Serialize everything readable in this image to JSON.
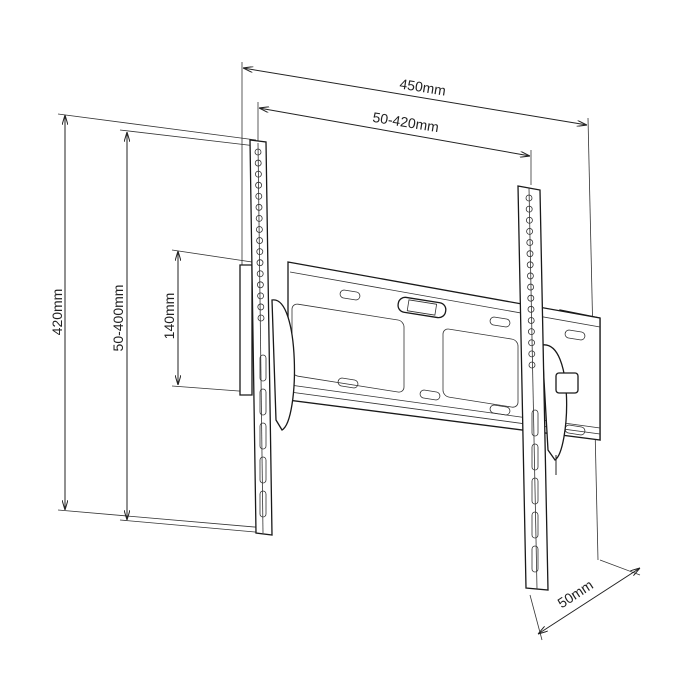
{
  "dimensions": {
    "overall_width": "450mm",
    "vesa_width": "50-420mm",
    "overall_height": "420mm",
    "vesa_height": "50-400mm",
    "rail_height": "140mm",
    "depth": "50mm"
  },
  "colors": {
    "line": "#222222",
    "background": "#ffffff"
  }
}
